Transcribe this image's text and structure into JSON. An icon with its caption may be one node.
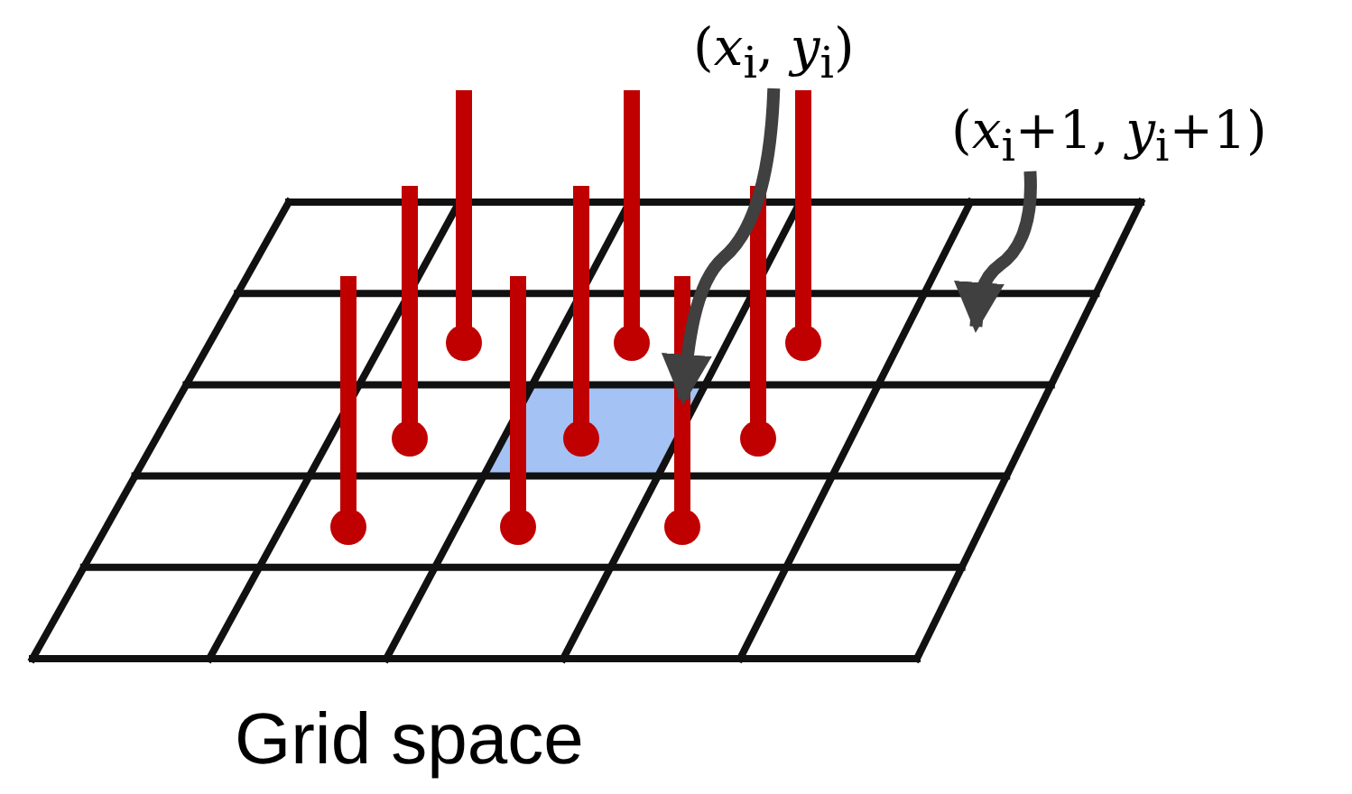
{
  "diagram": {
    "nodes": [
      {
        "text": [
          "(*x*$_{i}$, *y*$_{i}$)"
        ]
      },
      {
        "text": [
          "(*x*$_{i}$+1, *y*$_{i}$+1)"
        ]
      }
    ],
    "edges": [
      {
        "from": 0,
        "to": null,
        "arrow": "to"
      },
      {
        "from": 1,
        "to": null,
        "arrow": "to"
      }
    ],
    "labels": [
      "Grid space"
    ]
  }
}
